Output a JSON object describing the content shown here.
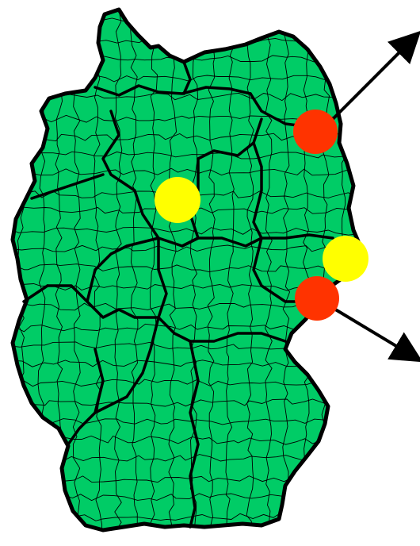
{
  "map": {
    "land_color": "#00CC66",
    "outline_color": "#000000",
    "district_line_color": "#000000",
    "background_color": "#ffffff"
  },
  "markers": [
    {
      "id": "marker-yellow-west",
      "color": "#FFFF00",
      "kind": "yellow-dot"
    },
    {
      "id": "marker-red-northeast",
      "color": "#FF3300",
      "kind": "red-dot"
    },
    {
      "id": "marker-yellow-east",
      "color": "#FFFF00",
      "kind": "yellow-dot"
    },
    {
      "id": "marker-red-southeast",
      "color": "#FF3300",
      "kind": "red-dot"
    }
  ],
  "arrows": [
    {
      "id": "arrow-northeast",
      "from_marker": "marker-red-northeast",
      "direction": "up-right",
      "color": "#000000"
    },
    {
      "id": "arrow-southeast",
      "from_marker": "marker-red-southeast",
      "direction": "down-right",
      "color": "#000000"
    }
  ]
}
